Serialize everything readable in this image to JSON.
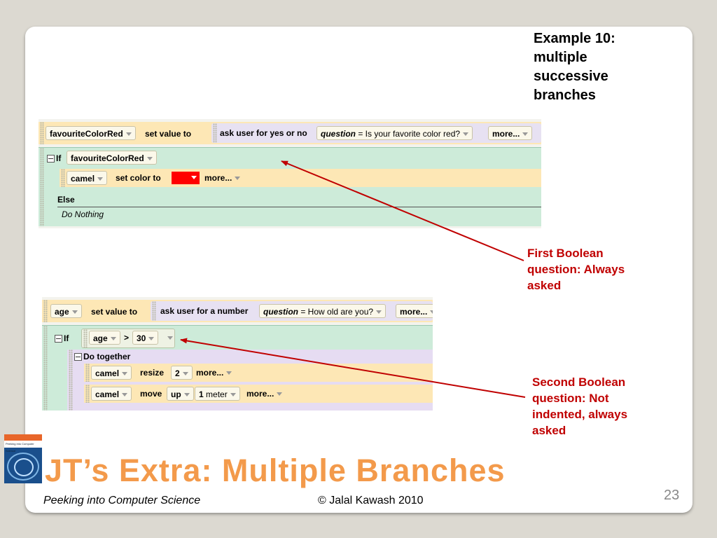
{
  "example_title": "Example 10:\nmultiple\nsuccessive\nbranches",
  "block1": {
    "var": "favouriteColorRed",
    "set_value": "set  value  to",
    "ask": "ask user for yes or no",
    "question_label": "question",
    "question_text": "= Is your favorite color red?",
    "more": "more...",
    "if_label": "If",
    "if_cond": "favouriteColorRed",
    "camel": "camel",
    "set_color": "set  color  to",
    "color": "#ff0000",
    "else_label": "Else",
    "do_nothing": "Do Nothing"
  },
  "block2": {
    "var": "age",
    "set_value": "set  value  to",
    "ask": "ask user for a number",
    "question_label": "question",
    "question_text": "= How old are you?",
    "more": "more...",
    "if_label": "If",
    "cond_var": "age",
    "cond_op": ">",
    "cond_val": "30",
    "do_together": "Do together",
    "camel": "camel",
    "resize": "resize",
    "resize_val": "2",
    "move": "move",
    "move_dir": "up",
    "move_amt": "1",
    "move_unit": "meter"
  },
  "annotations": {
    "first": "First  Boolean\nquestion: Always\nasked",
    "second": "Second Boolean\nquestion: Not\nindented, always\nasked"
  },
  "slide_title": "JT’s Extra: Multiple Branches",
  "footer_left": "Peeking into Computer Science",
  "footer_center": "© Jalal Kawash 2010",
  "page_number": "23",
  "thumb_title": "Peeking into Computer Science",
  "colors": {
    "title": "#f39a4b",
    "annotation": "#c00000",
    "arrow": "#c00000"
  }
}
